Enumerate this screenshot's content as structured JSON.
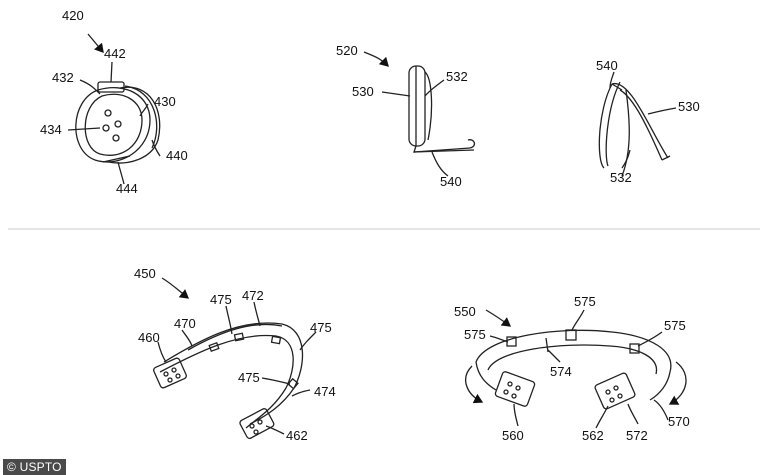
{
  "figures": {
    "fig_420": {
      "ref": "420",
      "labels": [
        "442",
        "432",
        "430",
        "434",
        "440",
        "444"
      ]
    },
    "fig_520": {
      "ref": "520",
      "labels": [
        "530",
        "532",
        "540"
      ]
    },
    "fig_540_side": {
      "labels": [
        "540",
        "530",
        "532"
      ]
    },
    "fig_450": {
      "ref": "450",
      "labels": [
        "475",
        "472",
        "460",
        "470",
        "475",
        "475",
        "474",
        "462"
      ]
    },
    "fig_550": {
      "ref": "550",
      "labels": [
        "575",
        "575",
        "575",
        "574",
        "560",
        "562",
        "572",
        "570"
      ]
    }
  },
  "credit": "© USPTO"
}
